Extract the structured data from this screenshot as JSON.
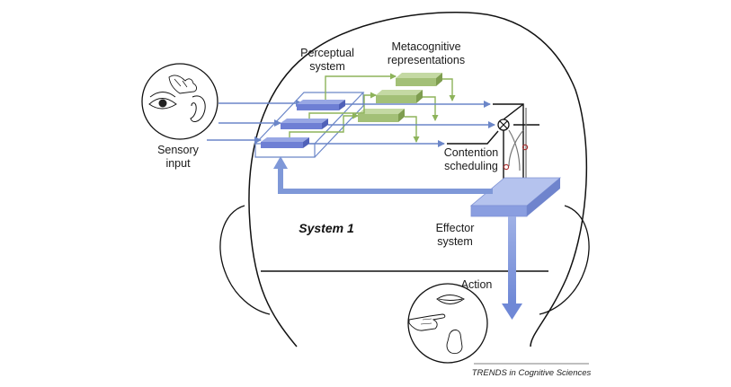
{
  "labels": {
    "perceptual_line1": "Perceptual",
    "perceptual_line2": "system",
    "meta_line1": "Metacognitive",
    "meta_line2": "representations",
    "sensory_line1": "Sensory",
    "sensory_line2": "input",
    "contention_line1": "Contention",
    "contention_line2": "scheduling",
    "effector_line1": "Effector",
    "effector_line2": "system",
    "action": "Action",
    "system1": "System 1",
    "credit": "TRENDS in Cognitive Sciences"
  },
  "colors": {
    "blue_arrow": "#6b86c8",
    "blue_box": "#6e7fd4",
    "green": "#8db35a",
    "green_box": "#a3c077",
    "dark": "#111111"
  },
  "icons": [
    "eye-icon",
    "ear-icon",
    "hand-icon",
    "mouth-icon",
    "pointing-hand-icon",
    "foot-icon"
  ]
}
